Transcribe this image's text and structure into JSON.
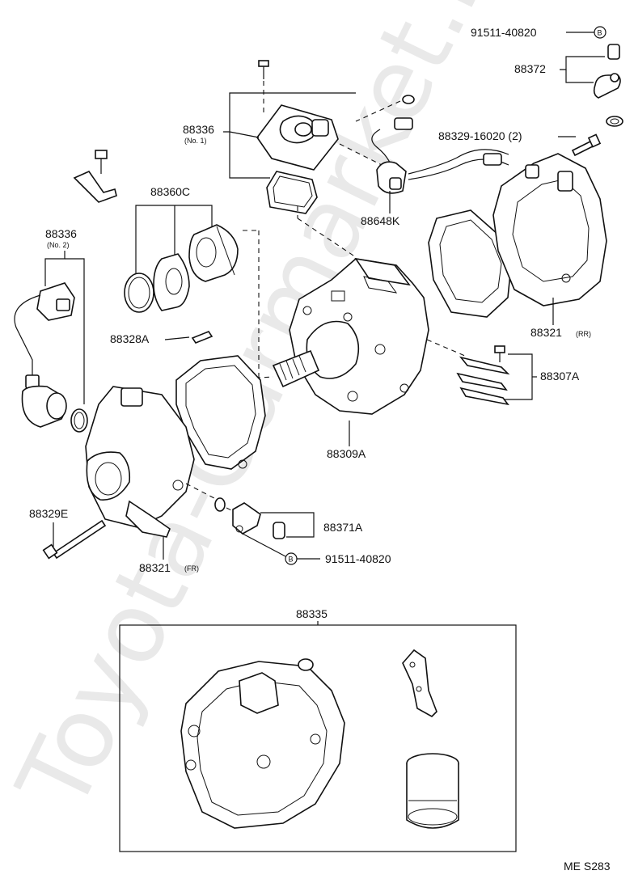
{
  "watermark": "Toyota-Carmarket.ru",
  "diagram_code": "ME S283",
  "callouts": {
    "c1": {
      "number": "91511-40820",
      "badge": "B"
    },
    "c2": {
      "number": "88372"
    },
    "c3": {
      "number": "88329-16020 (2)"
    },
    "c4": {
      "number": "88336",
      "note": "(No. 1)"
    },
    "c5": {
      "number": "88648K"
    },
    "c6": {
      "number": "88360C"
    },
    "c7": {
      "number": "88336",
      "note": "(No. 2)"
    },
    "c8": {
      "number": "88321",
      "note": "(RR)"
    },
    "c9": {
      "number": "88328A"
    },
    "c10": {
      "number": "88307A"
    },
    "c11": {
      "number": "88309A"
    },
    "c12": {
      "number": "88329E"
    },
    "c13": {
      "number": "88371A"
    },
    "c14": {
      "number": "88321",
      "note": "(FR)"
    },
    "c15": {
      "number": "91511-40820",
      "badge": "B"
    },
    "c16": {
      "number": "88335"
    }
  }
}
